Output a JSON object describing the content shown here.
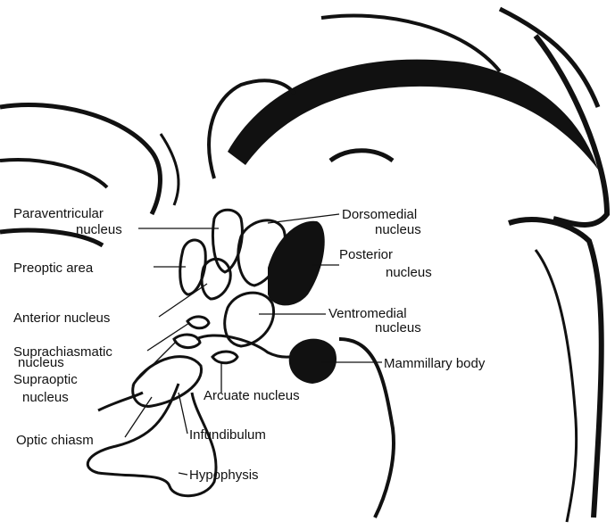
{
  "labels": {
    "paraventricular_1": "Paraventricular",
    "paraventricular_2": "nucleus",
    "preoptic": "Preoptic area",
    "anterior": "Anterior nucleus",
    "suprachiasmatic_1": "Suprachiasmatic",
    "suprachiasmatic_2": "nucleus",
    "supraoptic_1": "Supraoptic",
    "supraoptic_2": "nucleus",
    "optic_chiasm": "Optic chiasm",
    "infundibulum": "Infundibulum",
    "hypophysis": "Hypophysis",
    "dorsomedial_1": "Dorsomedial",
    "dorsomedial_2": "nucleus",
    "posterior_1": "Posterior",
    "posterior_2": "nucleus",
    "ventromedial_1": "Ventromedial",
    "ventromedial_2": "nucleus",
    "mammillary": "Mammillary body",
    "arcuate": "Arcuate nucleus"
  },
  "colors": {
    "ink": "#111111",
    "background": "#ffffff"
  }
}
